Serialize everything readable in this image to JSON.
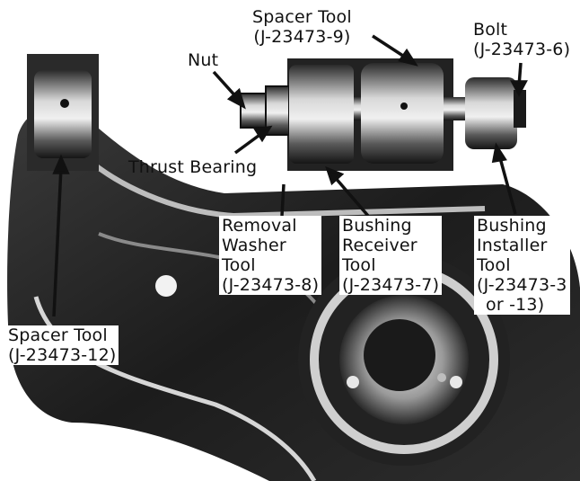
{
  "labels": {
    "spacer_tool_top": {
      "name": "Spacer Tool",
      "part": "(J-23473-9)"
    },
    "bolt": {
      "name": "Bolt",
      "part": "(J-23473-6)"
    },
    "nut": {
      "name": "Nut"
    },
    "thrust_bearing": {
      "name": "Thrust Bearing"
    },
    "removal_washer_tool": {
      "line1": "Removal",
      "line2": "Washer",
      "line3": "Tool",
      "part": "(J-23473-8)"
    },
    "bushing_receiver_tool": {
      "line1": "Bushing",
      "line2": "Receiver",
      "line3": "Tool",
      "part": "(J-23473-7)"
    },
    "bushing_installer_tool": {
      "line1": "Bushing",
      "line2": "Installer",
      "line3": "Tool",
      "part": "(J-23473-3",
      "part2": "or -13)"
    },
    "spacer_tool_left": {
      "name": "Spacer Tool",
      "part": "(J-23473-12)"
    }
  },
  "colors": {
    "ink": "#111111",
    "metal_dark": "#1a1a1a",
    "metal_mid": "#6b6b6b",
    "metal_light": "#cfcfcf",
    "paper": "#ffffff"
  }
}
